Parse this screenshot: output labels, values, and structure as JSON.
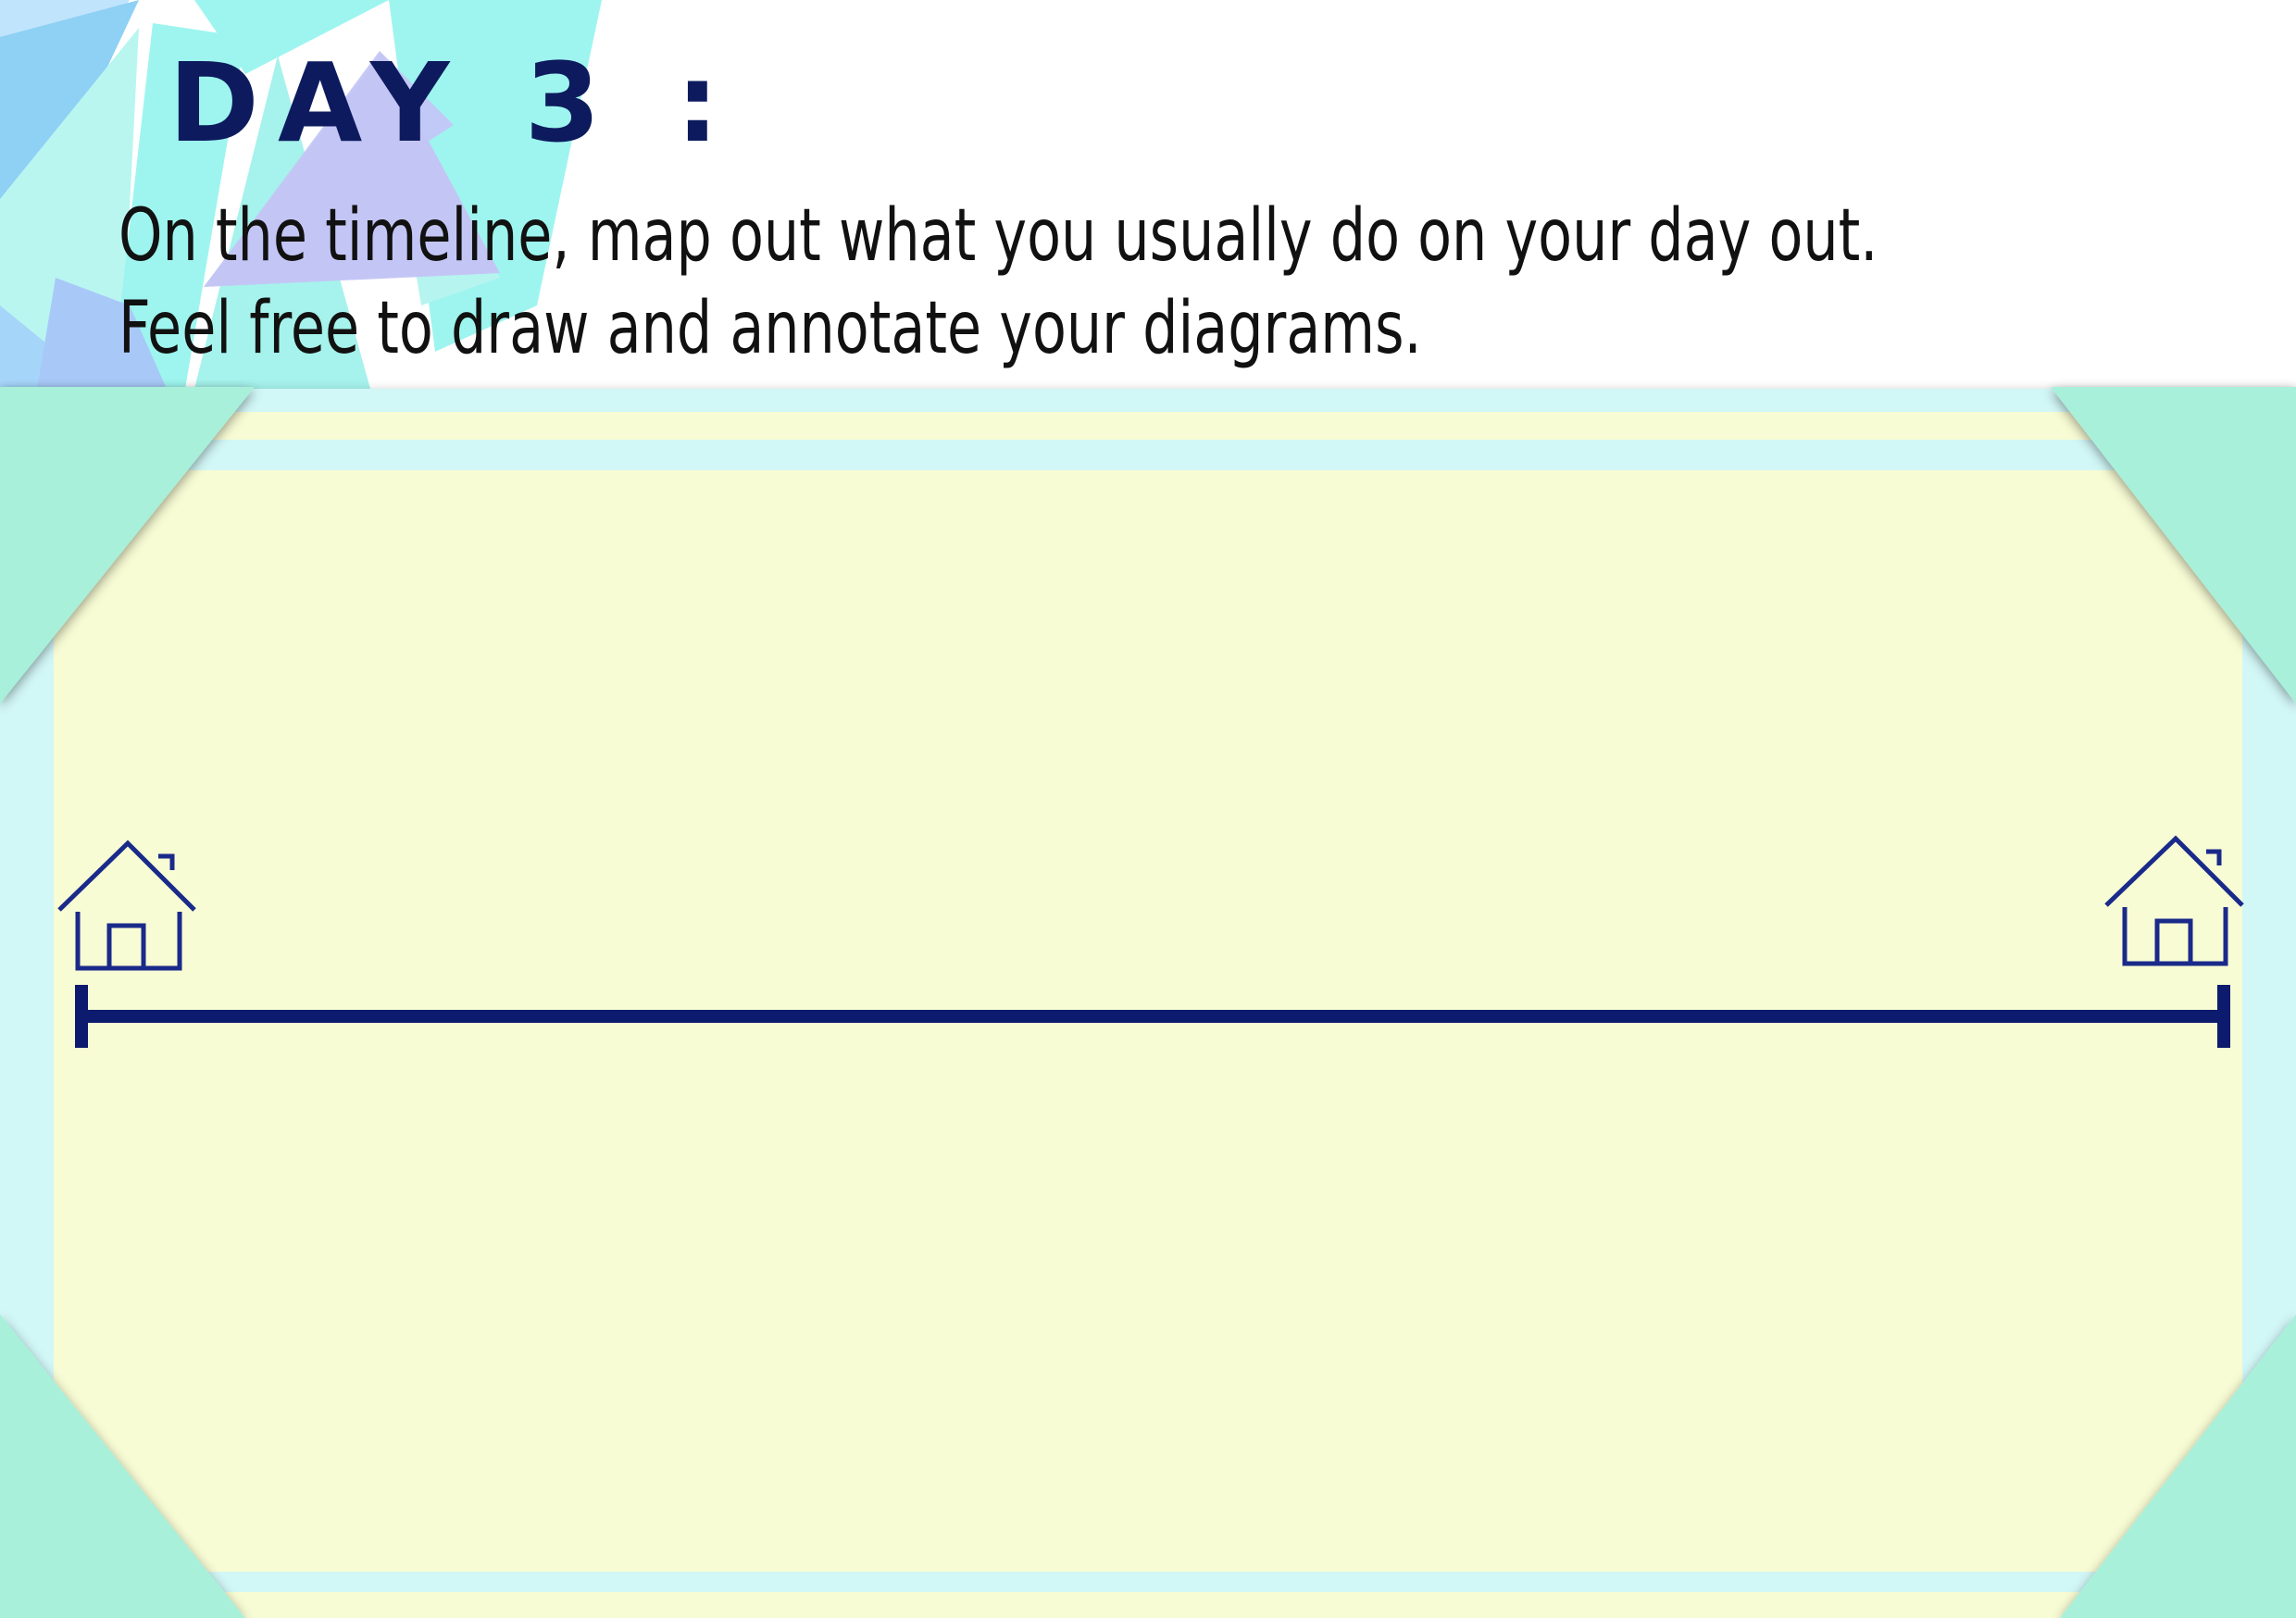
{
  "header": {
    "title": "DAY 3 :",
    "instructions": [
      "On the timeline, map out what you usually do on your day out.",
      "Feel free to draw and annotate your diagrams."
    ]
  },
  "timeline": {
    "start_icon": "house-icon",
    "end_icon": "house-icon"
  },
  "colors": {
    "title": "#0d1b5e",
    "timeline": "#0d1b6e",
    "panel": "#f8fcd4",
    "panel_border": "#d2f7f7",
    "corner_mint": "#a8f0da",
    "triangle_aqua": "#9ef5ef",
    "triangle_blue": "#9dc8f7",
    "triangle_lavender": "#c3c6f5"
  }
}
